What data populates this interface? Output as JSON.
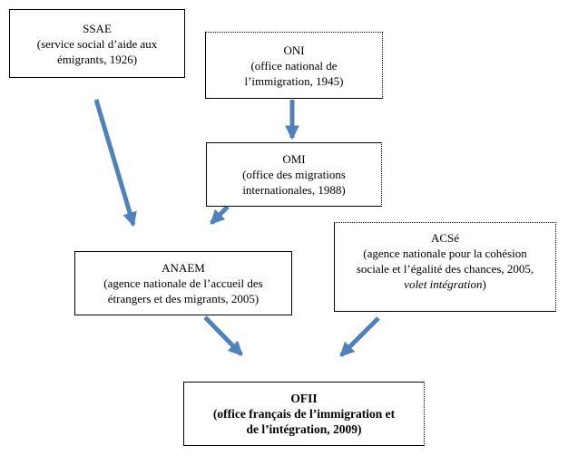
{
  "diagram": {
    "type": "flowchart",
    "description": "Evolution of French immigration agencies merging into OFII",
    "arrow_color": "#4F81BD",
    "boxes": {
      "ssae": {
        "title": "SSAE",
        "lines": [
          "(service social d’aide aux",
          "émigrants, 1926)"
        ]
      },
      "oni": {
        "title": "ONI",
        "lines": [
          "(office national de",
          "l’immigration, 1945)"
        ]
      },
      "omi": {
        "title": "OMI",
        "lines": [
          "(office des migrations",
          "internationales, 1988)"
        ]
      },
      "anaem": {
        "title": "ANAEM",
        "lines": [
          "(agence nationale de l’accueil des",
          "étrangers et des migrants, 2005)"
        ]
      },
      "acse": {
        "title": "ACSé",
        "lines": [
          "(agence nationale pour la cohésion",
          "sociale et l’égalité des chances, 2005,"
        ],
        "italic_text": "volet intégration",
        "close_paren": ")"
      },
      "ofii": {
        "title": "OFII",
        "lines": [
          "(office français de l’immigration et",
          "de l’intégration, 2009)"
        ]
      }
    },
    "connections": [
      {
        "from": "SSAE",
        "to": "ANAEM"
      },
      {
        "from": "ONI",
        "to": "OMI"
      },
      {
        "from": "OMI",
        "to": "ANAEM"
      },
      {
        "from": "ANAEM",
        "to": "OFII"
      },
      {
        "from": "ACSé",
        "to": "OFII"
      }
    ]
  }
}
